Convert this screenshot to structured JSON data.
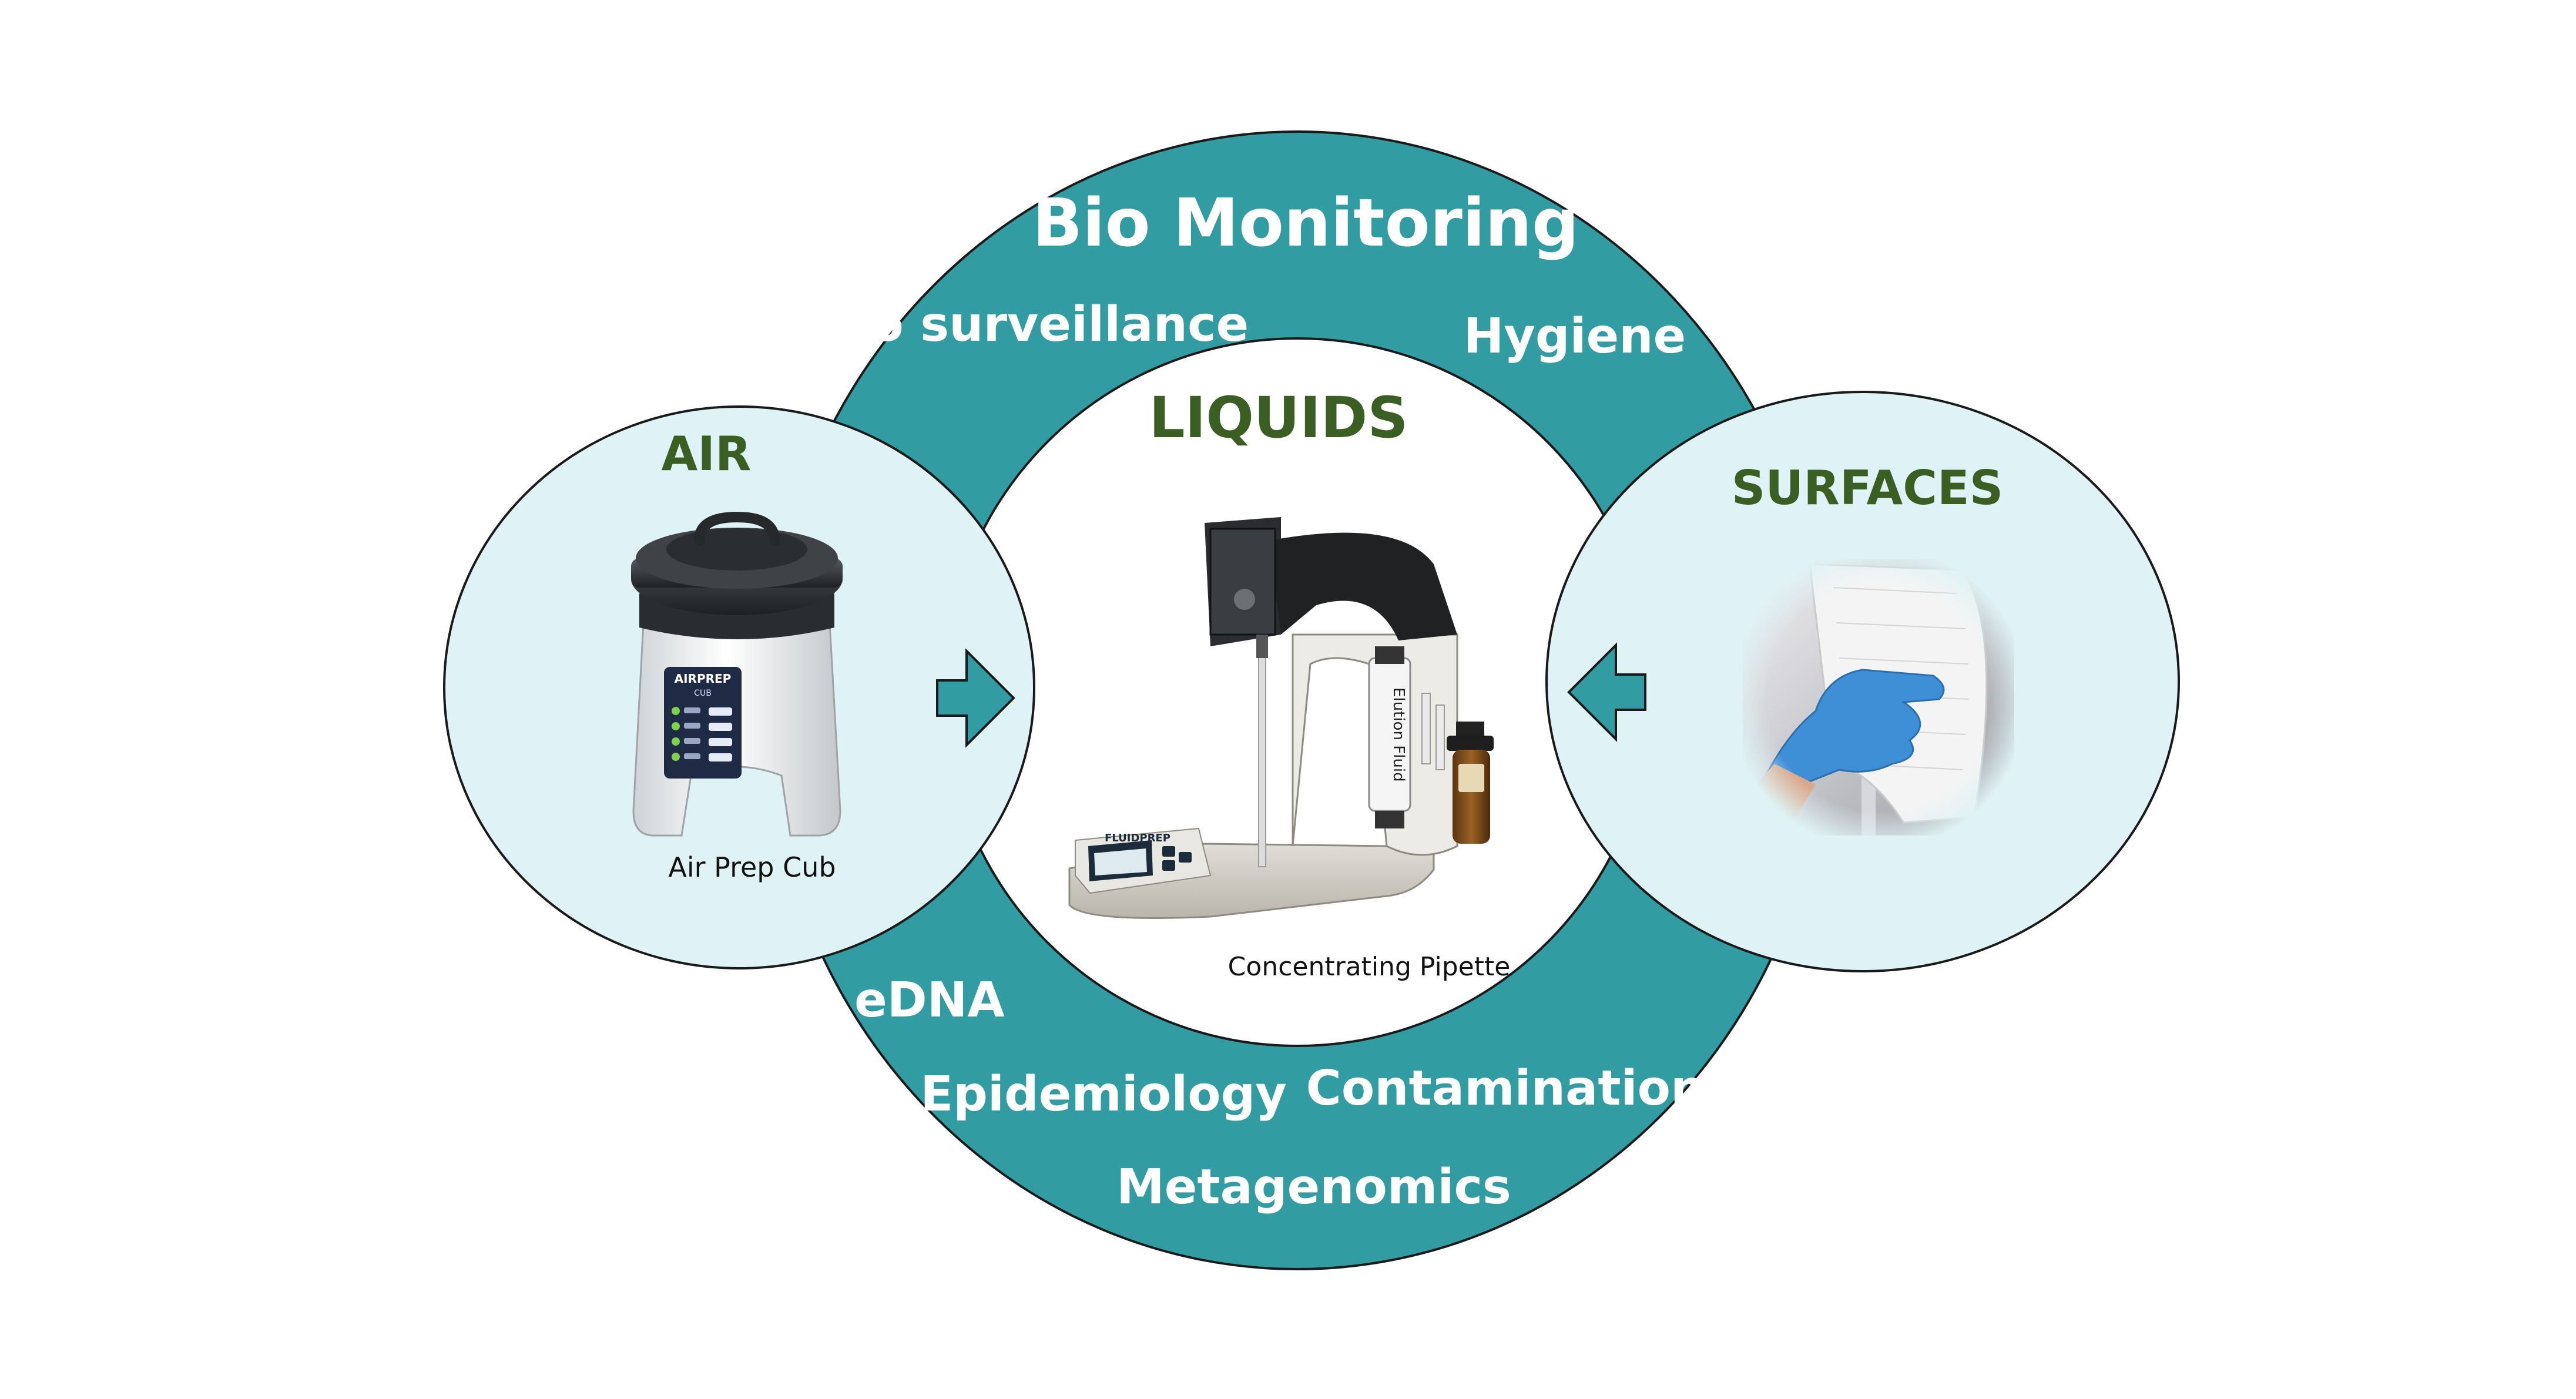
{
  "colors": {
    "ring": "#319da3",
    "side_fill": "#dff2f5",
    "center_fill": "#ffffff",
    "outline": "#1a1a1a",
    "zone_title": "#3b5e22",
    "ring_text": "#ffffff"
  },
  "ring": {
    "title": "Bio Monitoring",
    "labels": {
      "bio_surveillance": "Bio surveillance",
      "hygiene": "Hygiene",
      "edna": "eDNA",
      "epidemiology": "Epidemiology",
      "contamination": "Contamination",
      "metagenomics": "Metagenomics"
    }
  },
  "zones": {
    "air": {
      "title": "AIR",
      "caption": "Air Prep Cub",
      "device_brand": "AIRPREP",
      "device_model": "CUB"
    },
    "liquids": {
      "title": "LIQUIDS",
      "caption": "Concentrating Pipette",
      "device_brand": "FLUIDPREP",
      "bottle_label": "Elution Fluid"
    },
    "surfaces": {
      "title": "SURFACES"
    }
  },
  "icons": {
    "air_device": "air-sampler-icon",
    "liquids_device": "concentrating-pipette-icon",
    "surface_wipe": "gloved-hand-wipe-icon",
    "arrow_right": "arrow-right-icon",
    "arrow_left": "arrow-left-icon"
  }
}
